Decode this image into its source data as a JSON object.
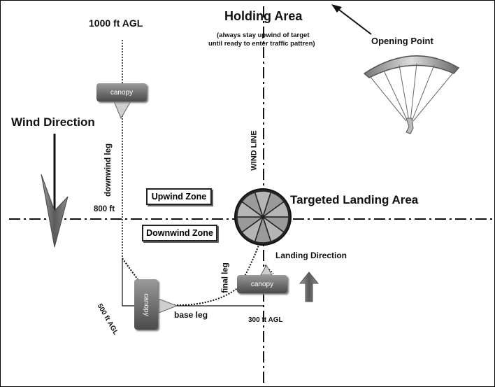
{
  "title": "Holding Area",
  "subtitle_line1": "(always stay upwind of target",
  "subtitle_line2": "until ready to enter traffic pattren)",
  "labels": {
    "agl_1000": "1000 ft AGL",
    "opening_point": "Opening Point",
    "wind_direction": "Wind Direction",
    "wind_line": "WIND LINE",
    "downwind_leg": "downwind leg",
    "targeted_landing_area": "Targeted Landing Area",
    "ft_800": "800 ft",
    "upwind_zone": "Upwind Zone",
    "downwind_zone": "Downwind Zone",
    "landing_direction": "Landing Direction",
    "final_leg": "final leg",
    "base_leg": "base leg",
    "agl_500": "500 ft AGL",
    "agl_300": "300 ft AGL",
    "canopy": "canopy"
  },
  "colors": {
    "line": "#111111",
    "arrow_gray": "#6e6e6e",
    "canopy": "#5a5a5a"
  }
}
